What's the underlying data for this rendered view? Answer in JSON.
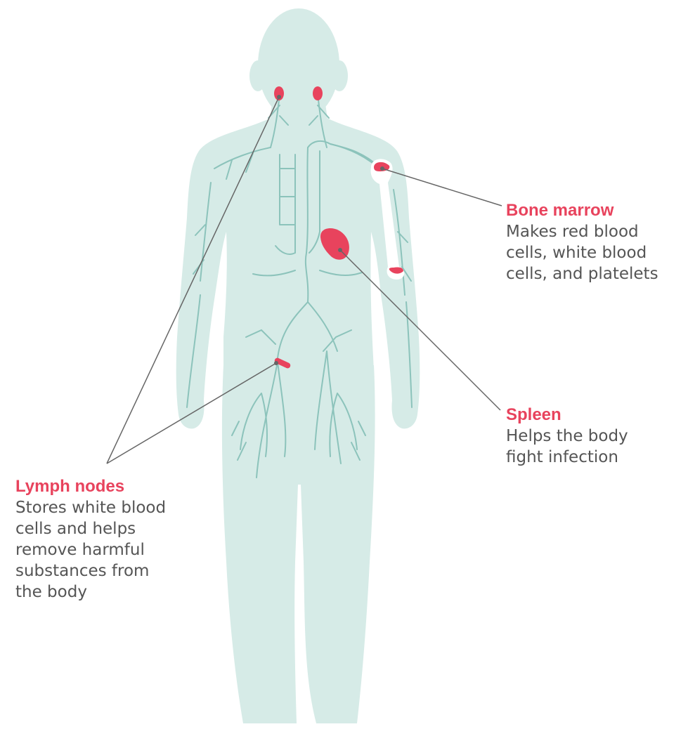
{
  "colors": {
    "accent": "#e8435d",
    "body": "#d6ebe7",
    "vessels": "#8cc3bb",
    "bone": "#ffffff",
    "leader_line": "#666666",
    "text": "#555555"
  },
  "labels": {
    "bone_marrow": {
      "title": "Bone marrow",
      "description": "Makes red blood\ncells, white blood\ncells, and platelets"
    },
    "spleen": {
      "title": "Spleen",
      "description": "Helps the body\nfight infection"
    },
    "lymph_nodes": {
      "title": "Lymph nodes",
      "description": "Stores white blood\ncells and helps\nremove harmful\nsubstances from\nthe body"
    }
  }
}
